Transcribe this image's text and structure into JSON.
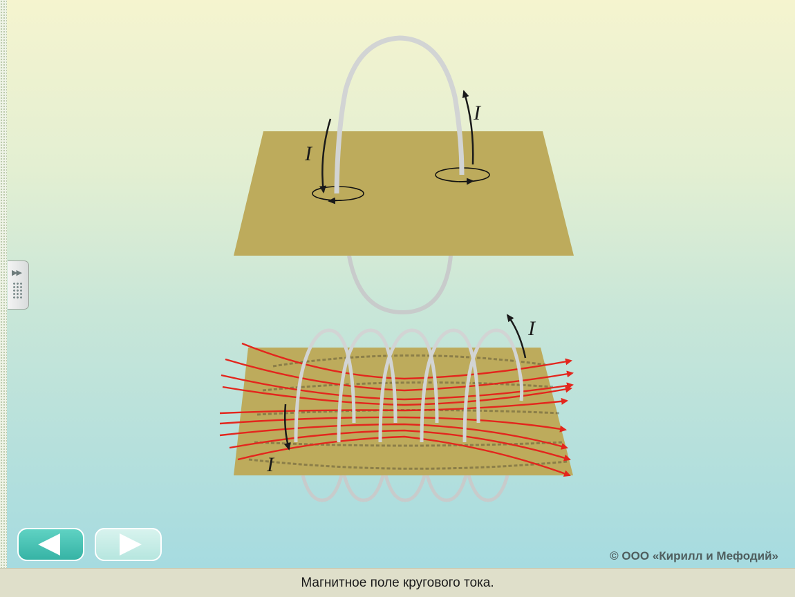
{
  "diagram": {
    "labels": {
      "current_top_left": "I",
      "current_top_right": "I",
      "current_coil_top": "I",
      "current_coil_bottom": "I"
    },
    "colors": {
      "plate": "#bdab5c",
      "wire": "#d2d4d4",
      "field_line": "#e3261d",
      "arrow": "#1a1a1a"
    }
  },
  "nav": {
    "prev_icon": "arrow-left-icon",
    "next_icon": "arrow-right-icon"
  },
  "copyright": "© ООО «Кирилл и Мефодий»",
  "caption": "Магнитное поле кругового тока."
}
